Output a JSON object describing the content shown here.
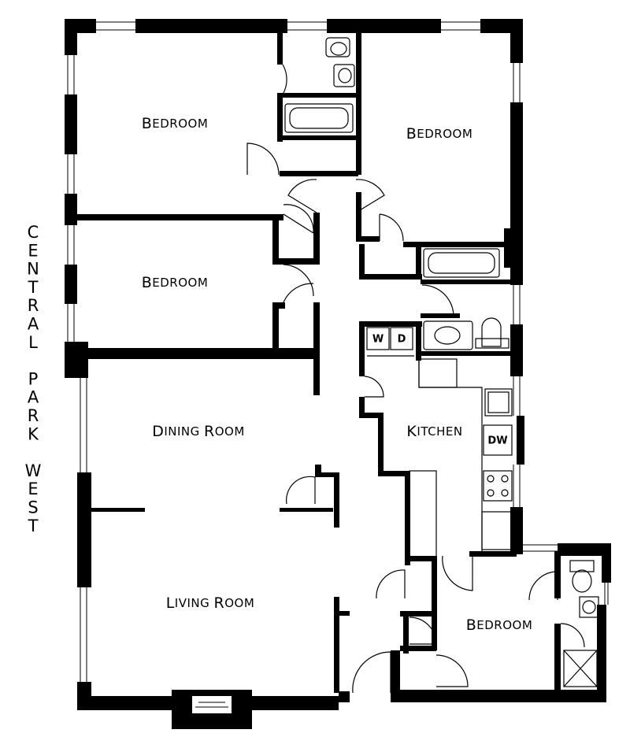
{
  "street": {
    "label": "CENTRAL PARK WEST",
    "letters": [
      "C",
      "E",
      "N",
      "T",
      "R",
      "A",
      "L",
      "",
      "P",
      "A",
      "R",
      "K",
      "",
      "W",
      "E",
      "S",
      "T"
    ]
  },
  "rooms": {
    "bedroom_northwest": "Bedroom",
    "bedroom_northeast": "Bedroom",
    "bedroom_west": "Bedroom",
    "dining_room": "Dining Room",
    "kitchen": "Kitchen",
    "living_room": "Living Room",
    "bedroom_maid": "Bedroom"
  },
  "fixtures": {
    "washer": "W",
    "dryer": "D",
    "dishwasher": "DW"
  }
}
